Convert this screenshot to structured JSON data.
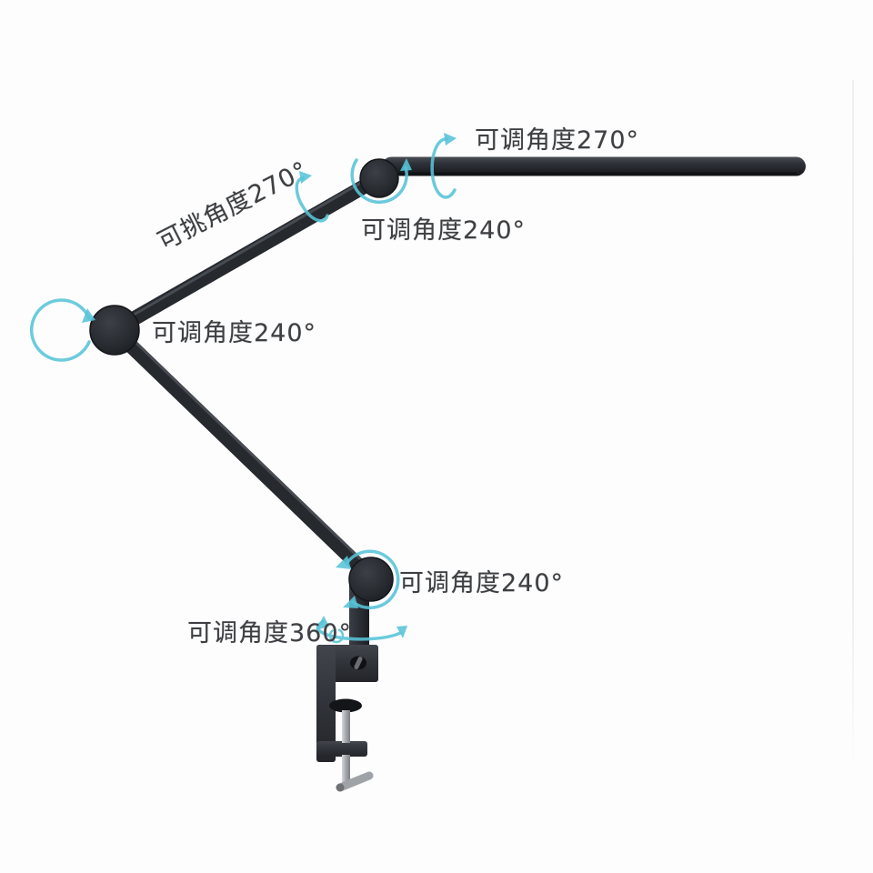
{
  "product_image": {
    "labels": {
      "head_rotation": "可调角度270°",
      "arm_tilt": "可挑角度270°",
      "upper_joint": "可调角度240°",
      "middle_joint": "可调角度240°",
      "lower_joint": "可调角度240°",
      "base_rotation": "可调角度360°"
    },
    "colors": {
      "accent_cyan": "#58c4d8",
      "lamp_dark": "#26292e",
      "metal_silver": "#a9adb2",
      "label_text": "#3d3f42",
      "background": "#fdfdfd"
    }
  }
}
